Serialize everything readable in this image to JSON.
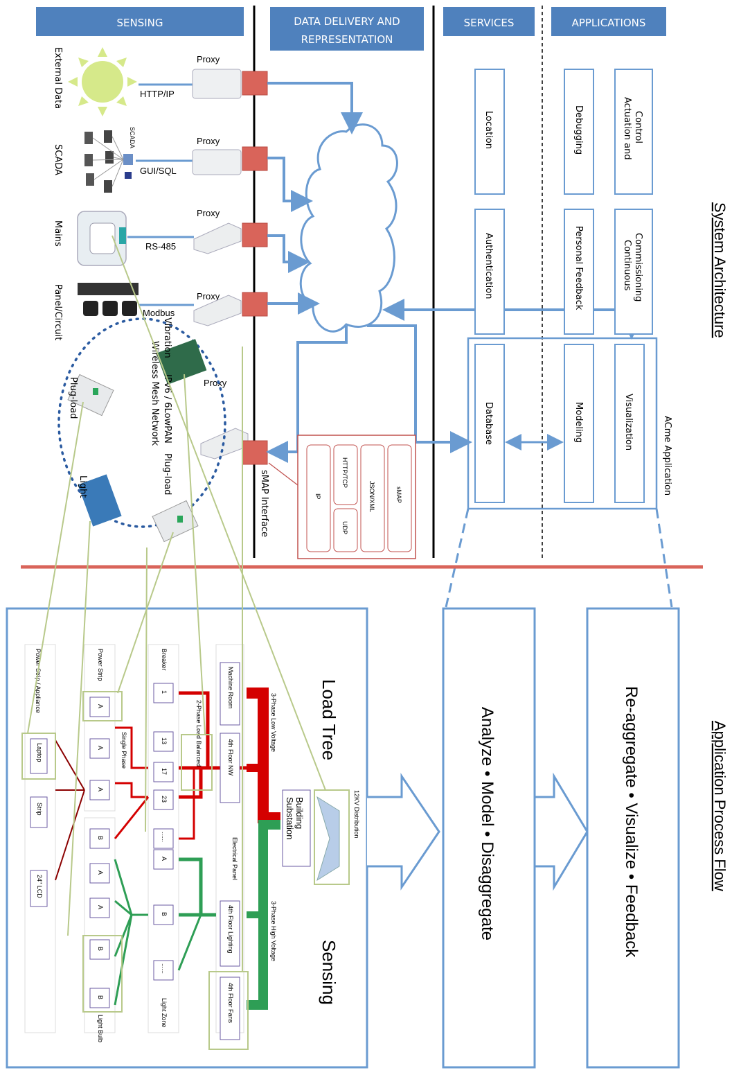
{
  "headers": {
    "sensing": "SENSING",
    "data_delivery_line1": "DATA DELIVERY AND",
    "data_delivery_line2": "REPRESENTATION",
    "services": "SERVICES",
    "applications": "APPLICATIONS"
  },
  "side_titles": {
    "system_architecture": "System Architecture",
    "application_process_flow": "Application Process Flow"
  },
  "sources": {
    "external_data": "External Data",
    "scada": "SCADA",
    "scada_small": "SCADA",
    "mains": "Mains",
    "panel_circuit": "Panel/Circuit",
    "plug_load_left": "Plug-load",
    "vibration": "Vibration",
    "light": "Light",
    "ipv6": "IPv6 / 6LowPAN",
    "wireless_mesh": "Wireless Mesh Network",
    "plug_load_right": "Plug-load"
  },
  "protocols": {
    "http_ip": "HTTP/IP",
    "gui_sql": "GUI/SQL",
    "rs485": "RS-485",
    "modbus": "Modbus"
  },
  "proxy_label": "Proxy",
  "smap_interface": "sMAP Interface",
  "stack": {
    "smap": "sMAP",
    "json_xml": "JSON/XML",
    "http_tcp": "HTTP/TCP",
    "udp": "UDP",
    "ip": "IP"
  },
  "services": {
    "location": "Location",
    "authentication": "Authentication"
  },
  "applications": {
    "debugging": "Debugging",
    "actuation_line1": "Actuation and",
    "actuation_line2": "Control",
    "personal_feedback": "Personal Feedback",
    "continuous_line1": "Continuous",
    "continuous_line2": "Commissioning"
  },
  "acme": {
    "title": "ACme Application",
    "visualization": "Visualization",
    "modeling": "Modeling",
    "database": "Database"
  },
  "load_tree": {
    "title": "Load Tree",
    "sensing": "Sensing",
    "distribution_12kv": "12KV Distribution",
    "substation_line1": "Building",
    "substation_line2": "Substation",
    "low_voltage": "3-Phase Low Voltage",
    "high_voltage": "3-Phase High Voltage",
    "load_balanced": "2-Phase Load Balanced",
    "single_phase": "Single Phase",
    "electrical_panel": "Electrical Panel",
    "rows": {
      "panel": [
        "Machine Room",
        "4th Floor NW",
        "4th Floor Lighting",
        "4th Floor Fans"
      ],
      "breaker_label": "Breaker",
      "breaker": [
        "1",
        "13",
        "17",
        "23",
        "......",
        "A",
        "B",
        "......"
      ],
      "light_zone": "Light Zone",
      "power_strip_label": "Power Strip",
      "power_strip": [
        "A",
        "A",
        "A",
        "B",
        "A",
        "A",
        "B",
        "B"
      ],
      "light_bulb": "Light Bulb",
      "appliance_label": "Power Strip / Appliance",
      "appliance": [
        "Laptop",
        "Strip",
        "24\" LCD"
      ]
    }
  },
  "flow": {
    "analyze": "Analyze • Model • Disaggregate",
    "reaggregate": "Re-aggregate • Visualize • Feedback"
  },
  "colors": {
    "header_blue": "#4f81bd",
    "line_blue": "#6a9bd1",
    "proxy_red": "#d9645a",
    "divider_red": "#d9645a",
    "tree_red": "#d40000",
    "tree_green": "#2e9e55",
    "olive": "#b8c98a"
  }
}
